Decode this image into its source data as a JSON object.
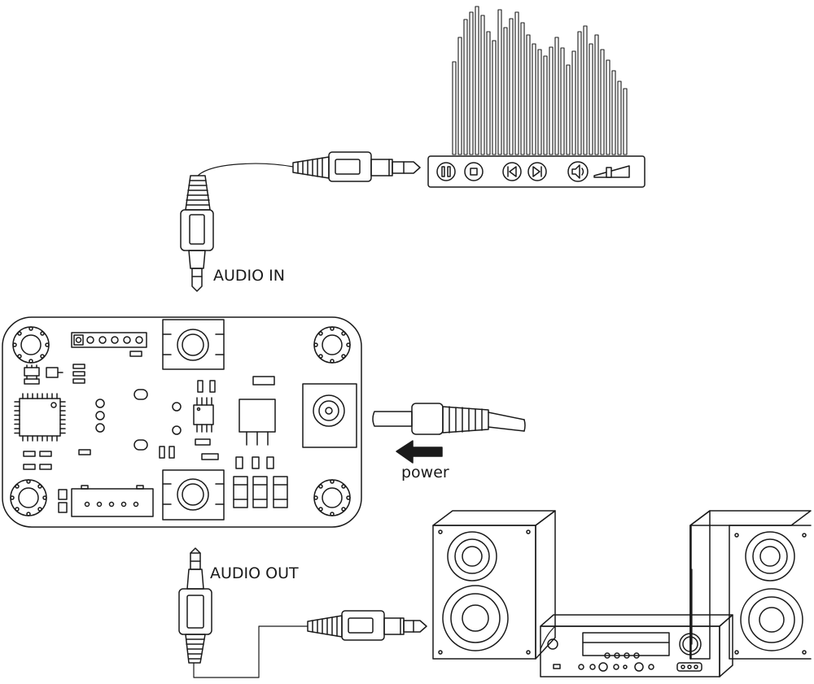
{
  "labels": {
    "audio_in": "AUDIO IN",
    "audio_out": "AUDIO OUT",
    "power": "power"
  },
  "colors": {
    "line": "#1a1a1a",
    "fill": "#ffffff"
  },
  "player": {
    "buttons": [
      "pause-icon",
      "stop-icon",
      "previous-icon",
      "next-icon",
      "speaker-icon",
      "volume-slider-icon"
    ],
    "equalizer_bar_levels": [
      0.62,
      0.78,
      0.9,
      0.95,
      0.99,
      0.93,
      0.82,
      0.76,
      0.97,
      0.85,
      0.91,
      0.95,
      0.88,
      0.8,
      0.74,
      0.7,
      0.66,
      0.72,
      0.78,
      0.71,
      0.6,
      0.69,
      0.82,
      0.86,
      0.74,
      0.8,
      0.7,
      0.63,
      0.56,
      0.49,
      0.44
    ]
  }
}
